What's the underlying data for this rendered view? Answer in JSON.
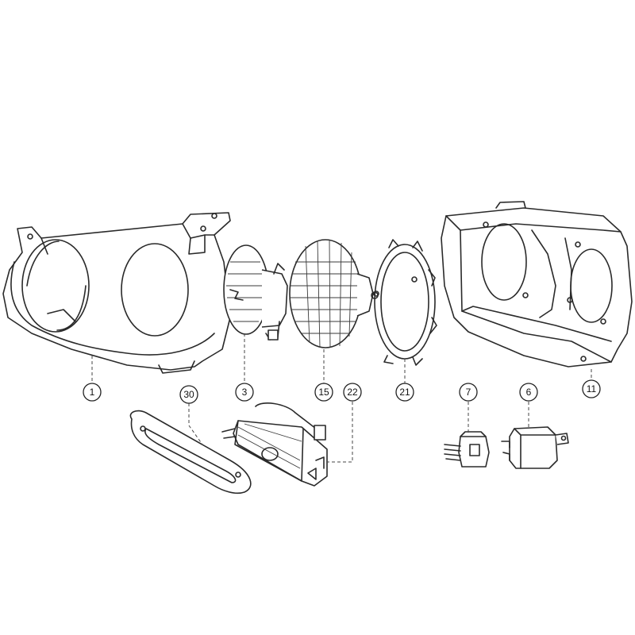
{
  "callouts": [
    {
      "id": "c1",
      "label": "1"
    },
    {
      "id": "c3",
      "label": "3"
    },
    {
      "id": "c15",
      "label": "15"
    },
    {
      "id": "c22",
      "label": "22"
    },
    {
      "id": "c21",
      "label": "21"
    },
    {
      "id": "c7",
      "label": "7"
    },
    {
      "id": "c6",
      "label": "6"
    },
    {
      "id": "c11",
      "label": "11"
    },
    {
      "id": "c30",
      "label": "30"
    }
  ]
}
